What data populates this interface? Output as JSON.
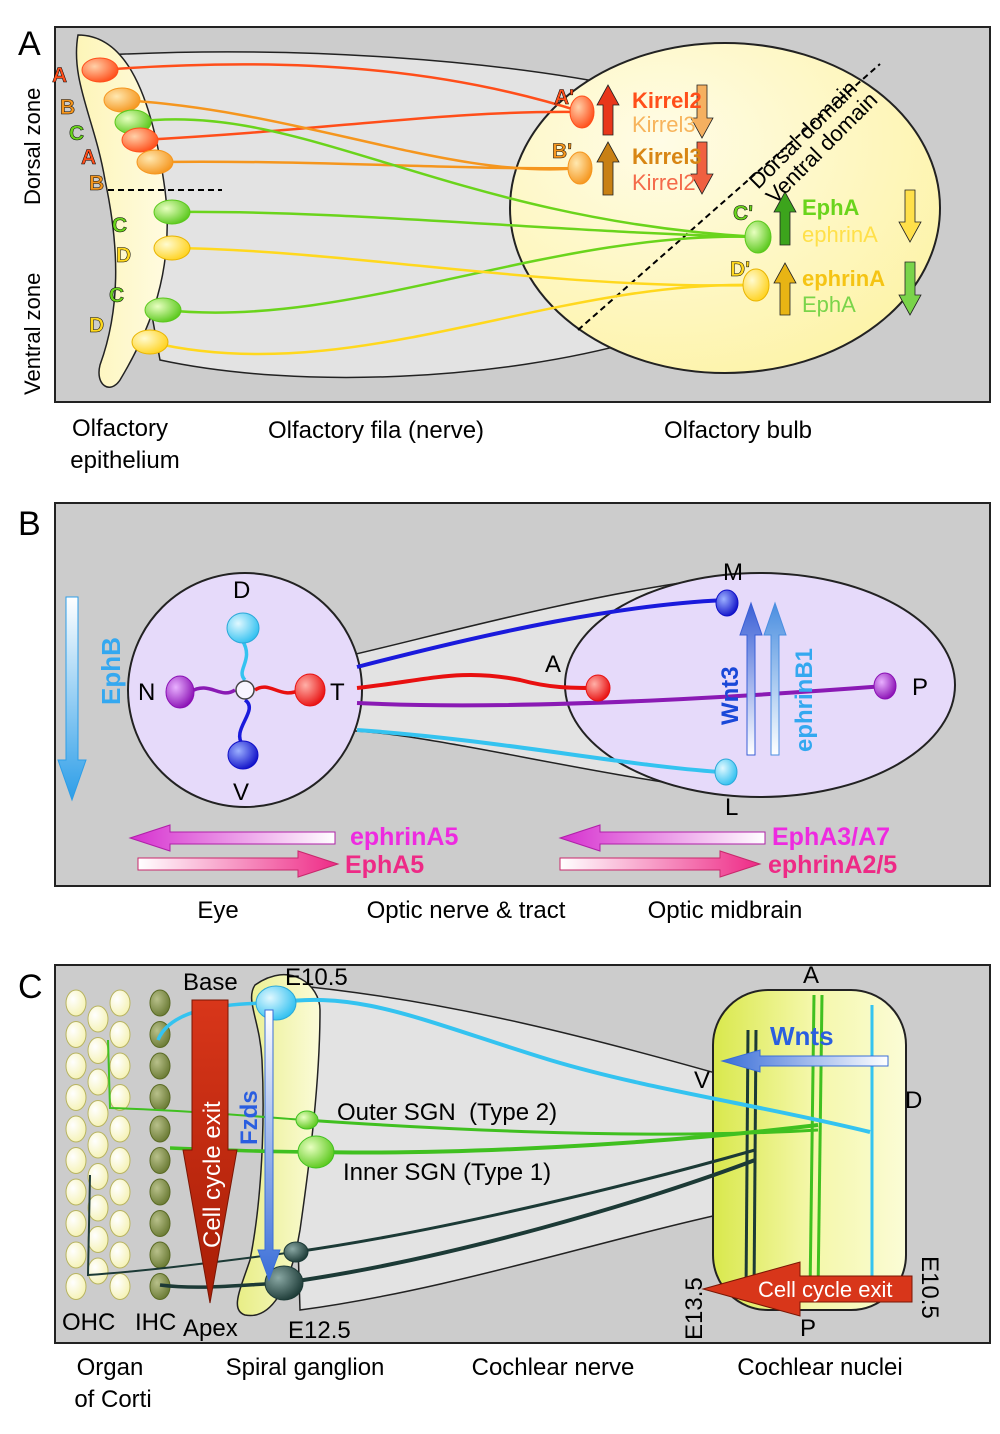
{
  "panelA": {
    "letter": "A",
    "dorsal_zone": "Dorsal zone",
    "ventral_zone": "Ventral zone",
    "dorsal_domain": "Dorsal domain",
    "ventral_domain": "Ventral domain",
    "epithelium_labels": [
      "A",
      "B",
      "C",
      "A",
      "B",
      "C",
      "D",
      "C",
      "D"
    ],
    "bulb_labels": [
      "A'",
      "B'",
      "C'",
      "D'"
    ],
    "molecules": {
      "kirrel2_a": "Kirrel2",
      "kirrel3_a": "Kirrel3",
      "kirrel3_b": "Kirrel3",
      "kirrel2_b": "Kirrel2",
      "epha_c": "EphA",
      "ephrina_c": "ephrinA",
      "ephrina_d": "ephrinA",
      "epha_d": "EphA"
    },
    "captions": {
      "epithelium_1": "Olfactory",
      "epithelium_2": "epithelium",
      "fila": "Olfactory fila (nerve)",
      "bulb": "Olfactory bulb"
    }
  },
  "panelB": {
    "letter": "B",
    "eye_axes": {
      "d": "D",
      "v": "V",
      "n": "N",
      "t": "T"
    },
    "midbrain_axes": {
      "m": "M",
      "l": "L",
      "a": "A",
      "p": "P"
    },
    "ephb": "EphB",
    "wnt3": "Wnt3",
    "ephrinb1": "ephrinB1",
    "ephrina5": "ephrinA5",
    "epha5": "EphA5",
    "epha3a7": "EphA3/A7",
    "ephrina25": "ephrinA2/5",
    "captions": {
      "eye": "Eye",
      "nerve": "Optic nerve & tract",
      "midbrain": "Optic midbrain"
    }
  },
  "panelC": {
    "letter": "C",
    "base": "Base",
    "apex": "Apex",
    "e105_top": "E10.5",
    "e125": "E12.5",
    "cell_cycle_exit_v": "Cell cycle exit",
    "fzds": "Fzds",
    "outer_sgn": "Outer SGN  (Type 2)",
    "inner_sgn": "Inner SGN (Type 1)",
    "ohc": "OHC",
    "ihc": "IHC",
    "nuc": {
      "a": "A",
      "p": "P",
      "v": "V",
      "d": "D"
    },
    "wnts": "Wnts",
    "cell_cycle_exit_h": "Cell cycle exit",
    "e135": "E13.5",
    "e105_right": "E10.5",
    "captions": {
      "organ_1": "Organ",
      "organ_2": "of Corti",
      "spiral": "Spiral ganglion",
      "nerve": "Cochlear nerve",
      "nuclei": "Cochlear nuclei"
    }
  },
  "colors": {
    "panel_bg": "#cccccc",
    "A_red": "#ff4e1a",
    "B_orange": "#f5961e",
    "C_green": "#6ad41c",
    "D_yellow": "#ffd81e",
    "blue": "#1a1adc",
    "cyan": "#34c3f0",
    "purple": "#8a1ab4",
    "magenta": "#ee2ae0",
    "pink": "#ee2a86",
    "dark": "#1c3a36"
  }
}
